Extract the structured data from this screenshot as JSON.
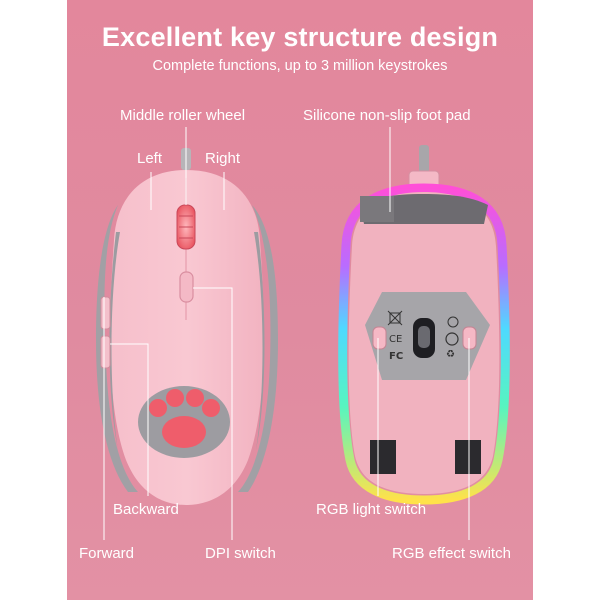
{
  "header": {
    "title": "Excellent key structure design",
    "subtitle": "Complete functions, up to 3 million keystrokes"
  },
  "labels": {
    "middle_wheel": "Middle roller wheel",
    "left": "Left",
    "right": "Right",
    "backward": "Backward",
    "forward": "Forward",
    "dpi_switch": "DPI switch",
    "foot_pad": "Silicone non-slip foot pad",
    "rgb_light_switch": "RGB light switch",
    "rgb_effect_switch": "RGB effect switch"
  },
  "colors": {
    "background": "#e3879c",
    "mouse_body": "#f2b3c1",
    "side_grip": "#9c9ca1",
    "paw": "#ef5d6b",
    "text": "#ffffff"
  },
  "icons": {
    "paw": "cat-paw-icon",
    "ce_mark": "ce-mark-icon",
    "fcc_mark": "fcc-mark-icon",
    "recycle": "recycle-icon",
    "weee": "crossed-bin-icon"
  },
  "badges": {
    "ce": "CE",
    "fc": "FC"
  }
}
